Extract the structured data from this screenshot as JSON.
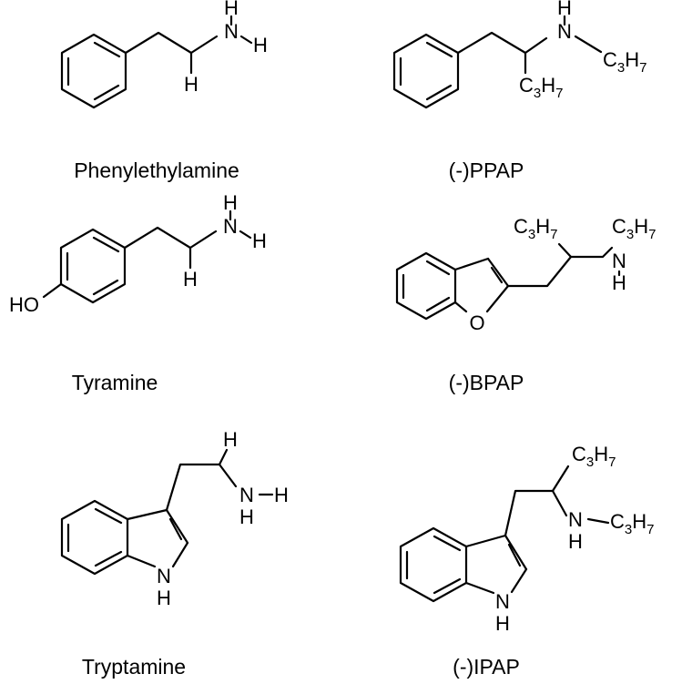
{
  "molecules": [
    {
      "name": "Phenylethylamine",
      "atoms": {
        "N": "N",
        "H_top": "H",
        "H_right": "H",
        "H_down": "H"
      }
    },
    {
      "name": "(-)PPAP",
      "atoms": {
        "N": "N",
        "H_top": "H",
        "C": "C",
        "n3": "3",
        "H": "H",
        "n7": "7",
        "C2": "C",
        "n3b": "3",
        "H2": "H",
        "n7b": "7"
      }
    },
    {
      "name": "Tyramine",
      "atoms": {
        "HO": "HO",
        "N": "N",
        "H_top": "H",
        "H_right": "H",
        "H_down": "H"
      }
    },
    {
      "name": "(-)BPAP",
      "atoms": {
        "O": "O",
        "N": "N",
        "H_down": "H",
        "C": "C",
        "n3": "3",
        "H": "H",
        "n7": "7",
        "C2": "C",
        "n3b": "3",
        "H2": "H",
        "n7b": "7"
      }
    },
    {
      "name": "Tryptamine",
      "atoms": {
        "H_top": "H",
        "N": "N",
        "H_right": "H",
        "H_down": "H",
        "ring_N": "N",
        "ring_H": "H"
      }
    },
    {
      "name": "(-)IPAP",
      "atoms": {
        "C": "C",
        "n3": "3",
        "H": "H",
        "n7": "7",
        "N": "N",
        "H_down": "H",
        "C2": "C",
        "n3b": "3",
        "H2": "H",
        "n7b": "7",
        "ring_N": "N",
        "ring_H": "H"
      }
    }
  ]
}
